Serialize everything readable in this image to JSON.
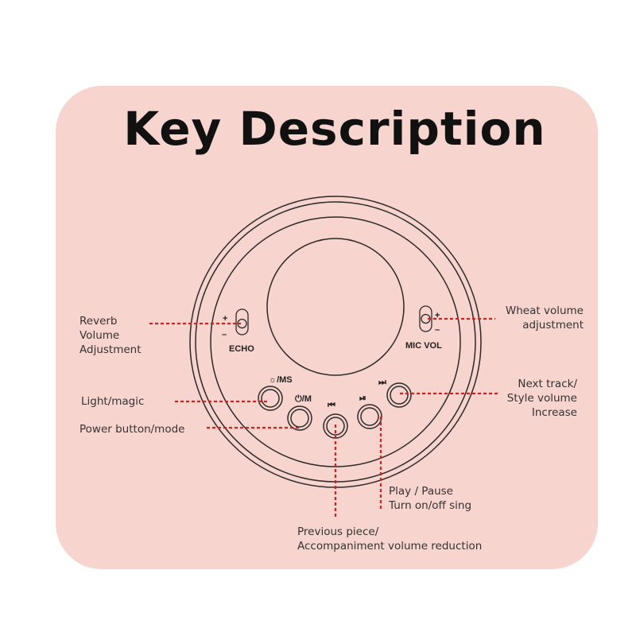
{
  "title": "Key Description",
  "device": {
    "echo_label": "ECHO",
    "mic_vol_label": "MIC VOL",
    "plus": "+",
    "minus": "–",
    "btn_light": "☼/MS",
    "btn_power": "⏻/M",
    "btn_prev": "⏮",
    "btn_play": "⏯",
    "btn_next": "⏭"
  },
  "callouts": {
    "reverb": "Reverb\nVolume\nAdjustment",
    "wheat": "Wheat volume\nadjustment",
    "light": "Light/magic",
    "power": "Power button/mode",
    "next": "Next track/\nStyle volume\nIncrease",
    "play": "Play / Pause\nTurn on/off sing",
    "prev": "Previous piece/\nAccompaniment volume reduction"
  },
  "colors": {
    "panel": "#f7d4ce",
    "callout_line": "#d42020",
    "outline": "#2a2a2a"
  }
}
